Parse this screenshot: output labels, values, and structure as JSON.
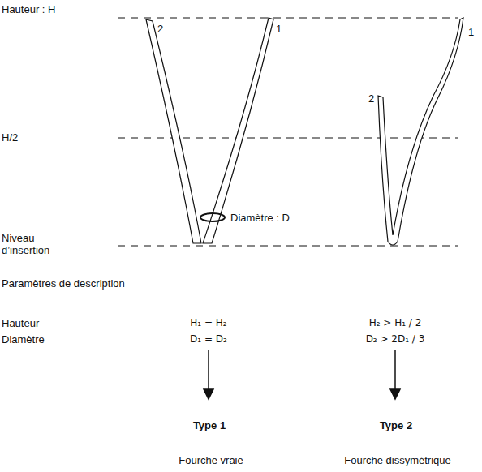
{
  "diagram": {
    "labels": [
      "Hauteur : H",
      "2",
      "1",
      "H/2",
      "Diamètre : D",
      "Niveau d’insertion",
      "2",
      "1",
      "Paramètres de description",
      "Hauteur",
      "Diamètre",
      "H₁ = H₂",
      "D₁ = D₂",
      "H₂ > H₁ / 2",
      "D₂ > 2D₁ / 3",
      "Type 1",
      "Type 2",
      "Fourche vraie",
      "Fourche dissymétrique"
    ]
  }
}
